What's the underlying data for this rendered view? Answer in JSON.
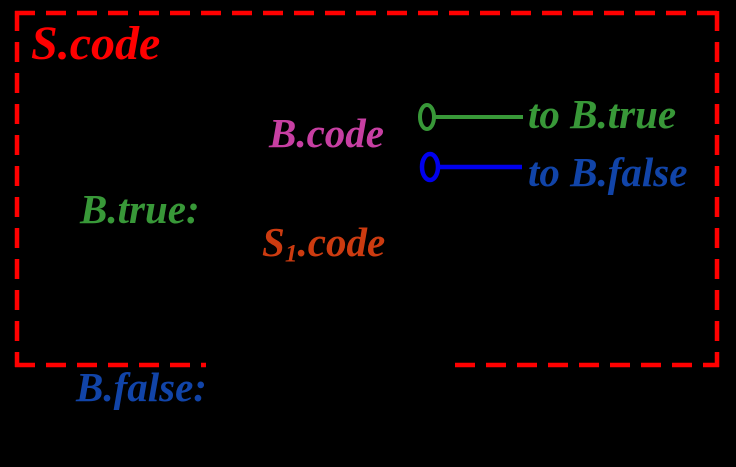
{
  "colors": {
    "background": "#000000",
    "border_red": "#FF0000",
    "green": "#389838",
    "magenta": "#C73FA2",
    "orange": "#CC3B10",
    "blue_dark": "#1144A8",
    "blue_bright": "#0000EE"
  },
  "labels": {
    "s_code": "S.code",
    "b_code": "B.code",
    "b_true": "B.true:",
    "s1_base": "S",
    "s1_sub": "1",
    "s1_rest": ".code",
    "b_false": "B.false:",
    "to_b_true": "to B.true",
    "to_b_false": "to B.false"
  }
}
